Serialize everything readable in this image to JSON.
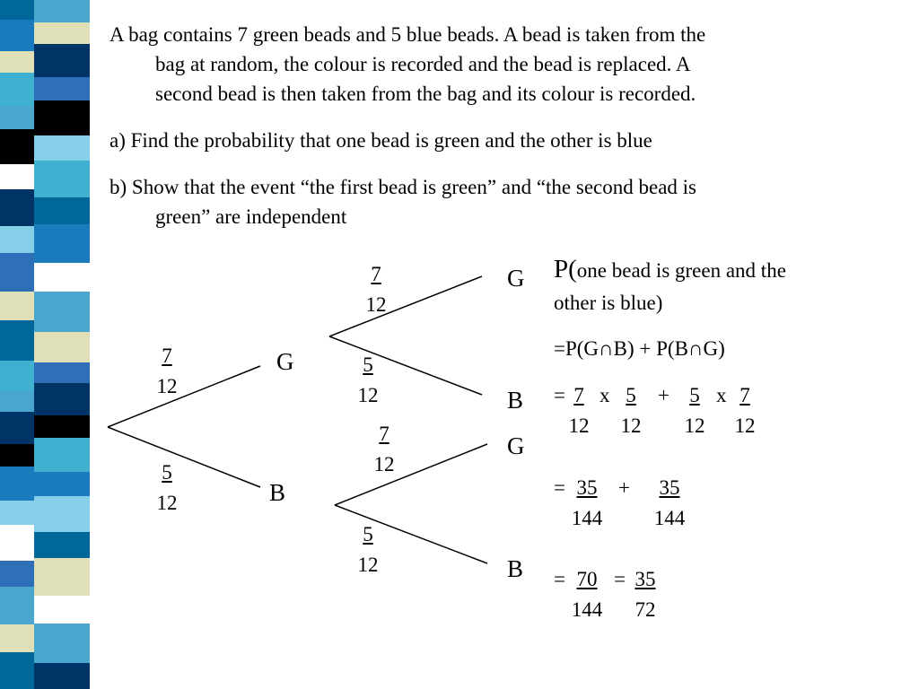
{
  "slide": {
    "stripe_colors": [
      "#00679a",
      "#1a7bbf",
      "#4aa6cc",
      "#dfe0b8",
      "#000000",
      "#3fb0d0",
      "#ffffff",
      "#003366",
      "#86cfe8",
      "#2f6fb7"
    ]
  },
  "question": {
    "intro": [
      "A bag contains 7 green beads and 5 blue beads.  A bead is taken from the",
      "bag at random, the colour is recorded and the bead is replaced.  A",
      "second bead is then taken from the bag and its colour is recorded."
    ],
    "part_a": "a) Find the probability that one bead is green and the other is blue",
    "part_b": [
      "b) Show that the event “the first bead is green” and “the second bead is",
      "green” are independent"
    ]
  },
  "tree": {
    "first": {
      "green": {
        "label": "G",
        "num": "7",
        "den": "12"
      },
      "blue": {
        "label": "B",
        "num": "5",
        "den": "12"
      }
    },
    "after_green": {
      "green": {
        "label": "G",
        "num": "7",
        "den": "12"
      },
      "blue": {
        "label": "B",
        "num": "5",
        "den": "12"
      }
    },
    "after_blue": {
      "green": {
        "label": "G",
        "num": "7",
        "den": "12"
      },
      "blue": {
        "label": "B",
        "num": "5",
        "den": "12"
      }
    }
  },
  "working": {
    "heading_p": "P(",
    "heading_rest": "one bead is green and the",
    "heading_line2": "other is blue)",
    "line1": "=P(G∩B) + P(B∩G)",
    "line2": {
      "eq": "= ",
      "t1": {
        "num": "7",
        "den": "12"
      },
      "x1": "x",
      "t2": {
        "num": "5",
        "den": "12"
      },
      "plus": "+",
      "t3": {
        "num": "5",
        "den": "12"
      },
      "x2": "x",
      "t4": {
        "num": "7",
        "den": "12"
      }
    },
    "line3": {
      "eq": "= ",
      "t1": {
        "num": "35",
        "den": "144"
      },
      "plus": "+",
      "t2": {
        "num": "35",
        "den": "144"
      }
    },
    "line4": {
      "eq": "= ",
      "t1": {
        "num": "70",
        "den": "144"
      },
      "eq2": "=",
      "t2": {
        "num": "35",
        "den": "72"
      }
    }
  }
}
